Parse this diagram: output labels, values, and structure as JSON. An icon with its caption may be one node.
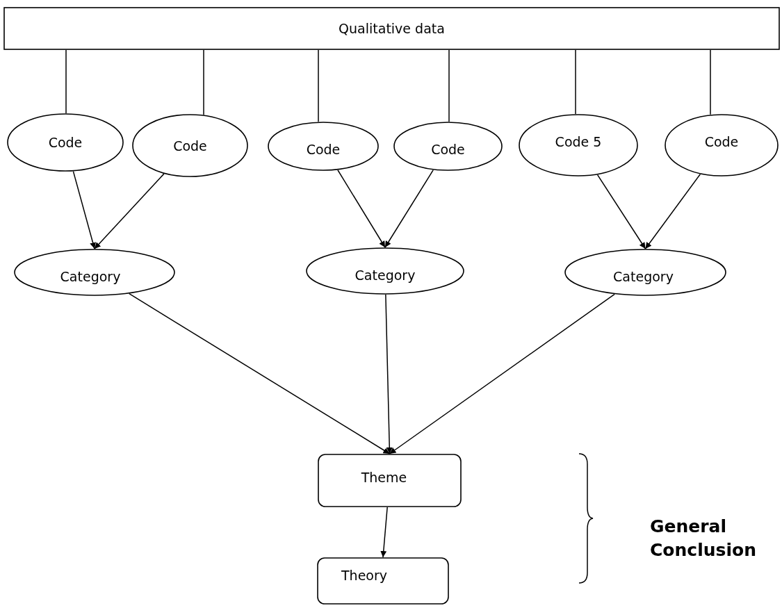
{
  "diagram": {
    "nodes": [
      {
        "text": [
          "Qualitative data"
        ]
      },
      {
        "text": [
          "Code"
        ]
      },
      {
        "text": [
          "Code"
        ]
      },
      {
        "text": [
          "Code"
        ]
      },
      {
        "text": [
          "Code"
        ]
      },
      {
        "text": [
          "Code 5"
        ]
      },
      {
        "text": [
          "Code"
        ]
      },
      {
        "text": [
          "Category"
        ]
      },
      {
        "text": [
          "Category"
        ]
      },
      {
        "text": [
          "Category"
        ]
      },
      {
        "text": [
          "Theme"
        ]
      },
      {
        "text": [
          "Theory"
        ]
      }
    ],
    "edges": [
      {
        "from": 0,
        "to": 1,
        "arrow": "none"
      },
      {
        "from": 0,
        "to": 2,
        "arrow": "none"
      },
      {
        "from": 0,
        "to": 3,
        "arrow": "none"
      },
      {
        "from": 0,
        "to": 4,
        "arrow": "none"
      },
      {
        "from": 0,
        "to": 5,
        "arrow": "none"
      },
      {
        "from": 0,
        "to": 6,
        "arrow": "none"
      },
      {
        "from": 1,
        "to": 7,
        "arrow": "to"
      },
      {
        "from": 2,
        "to": 7,
        "arrow": "to"
      },
      {
        "from": 3,
        "to": 8,
        "arrow": "to"
      },
      {
        "from": 4,
        "to": 8,
        "arrow": "to"
      },
      {
        "from": 5,
        "to": 9,
        "arrow": "to"
      },
      {
        "from": 6,
        "to": 9,
        "arrow": "to"
      },
      {
        "from": 7,
        "to": 10,
        "arrow": "to"
      },
      {
        "from": 8,
        "to": 10,
        "arrow": "to"
      },
      {
        "from": 9,
        "to": 10,
        "arrow": "to"
      },
      {
        "from": 10,
        "to": 11,
        "arrow": "to"
      }
    ],
    "labels": [
      "General Conclusion"
    ]
  }
}
